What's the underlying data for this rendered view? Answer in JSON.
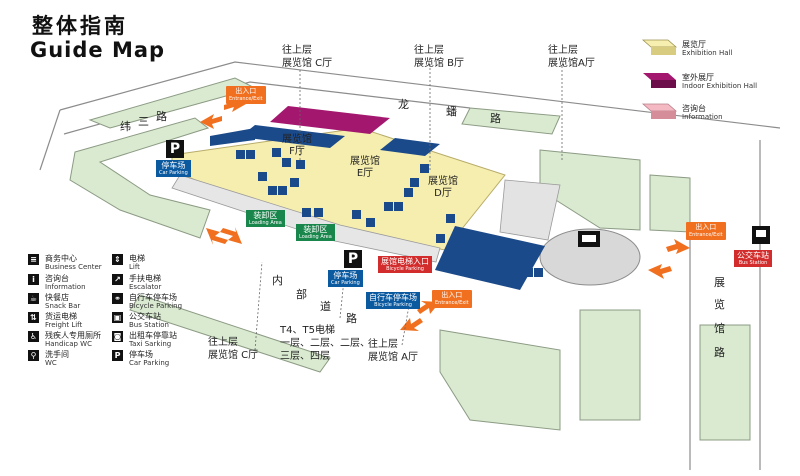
{
  "title": {
    "cn": "整体指南",
    "en": "Guide Map"
  },
  "directions": {
    "hall_c_top": {
      "line1": "往上层",
      "line2": "展览馆 C厅"
    },
    "hall_b_top": {
      "line1": "往上层",
      "line2": "展览馆 B厅"
    },
    "hall_a_top": {
      "line1": "往上层",
      "line2": "展览馆A厅"
    },
    "hall_c_bottom": {
      "line1": "往上层",
      "line2": "展览馆 C厅"
    },
    "elevator": {
      "line1": "T4、T5电梯",
      "line2": "一层、二层、二层、",
      "line3": "三层、四层"
    },
    "hall_a_bottom": {
      "line1": "往上层",
      "line2": "展览馆 A厅"
    }
  },
  "map_legend": [
    {
      "cn": "展览厅",
      "en": "Exhibition Hall",
      "color": "#f7efb0"
    },
    {
      "cn": "室外展厅",
      "en": "Indoor Exhibition Hall",
      "color": "#a4176e"
    },
    {
      "cn": "咨询台",
      "en": "Information",
      "color": "#f4b9c3"
    }
  ],
  "facility_legend": {
    "left": [
      {
        "cn": "商务中心",
        "en": "Business Center",
        "icon": "business-center-icon"
      },
      {
        "cn": "咨询台",
        "en": "Information",
        "icon": "information-icon"
      },
      {
        "cn": "快餐店",
        "en": "Snack Bar",
        "icon": "snack-bar-icon"
      },
      {
        "cn": "货运电梯",
        "en": "Freight Lift",
        "icon": "freight-lift-icon"
      },
      {
        "cn": "残疾人专用厕所",
        "en": "Handicap WC",
        "icon": "handicap-wc-icon"
      },
      {
        "cn": "洗手间",
        "en": "WC",
        "icon": "wc-icon"
      }
    ],
    "right": [
      {
        "cn": "电梯",
        "en": "Lift",
        "icon": "lift-icon"
      },
      {
        "cn": "手扶电梯",
        "en": "Escalator",
        "icon": "escalator-icon"
      },
      {
        "cn": "自行车停车场",
        "en": "Bicycle Parking",
        "icon": "bicycle-parking-icon"
      },
      {
        "cn": "公交车站",
        "en": "Bus Station",
        "icon": "bus-station-icon"
      },
      {
        "cn": "出租车停靠站",
        "en": "Taxi Sarking",
        "icon": "taxi-icon"
      },
      {
        "cn": "停车场",
        "en": "Car Parking",
        "icon": "car-parking-icon"
      }
    ]
  },
  "halls": {
    "f": {
      "line1": "展览馆",
      "line2": "F厅"
    },
    "e": {
      "line1": "展览馆",
      "line2": "E厅"
    },
    "d": {
      "line1": "展览馆",
      "line2": "D厅"
    }
  },
  "roads": {
    "weisan": [
      "纬",
      "三",
      "路"
    ],
    "longyao": [
      "龙",
      "蟠",
      "路"
    ],
    "inner": [
      "内",
      "部",
      "道",
      "路"
    ],
    "zhanlan": [
      "展",
      "览",
      "馆",
      "路"
    ]
  },
  "signs": {
    "parking_left": {
      "cn": "停车场",
      "en": "Car Parking"
    },
    "parking_mid": {
      "cn": "停车场",
      "en": "Car Parking"
    },
    "loading_left": {
      "cn": "装卸区",
      "en": "Loading Area"
    },
    "loading_right": {
      "cn": "装卸区",
      "en": "Loading Area"
    },
    "hall_elevator": {
      "cn": "展馆电梯入口",
      "en": "Bicycle Parking"
    },
    "bicycle": {
      "cn": "自行车停车场",
      "en": "Bicycle Parking"
    },
    "bus": {
      "cn": "公交车站",
      "en": "Bus Station"
    }
  },
  "exits": [
    {
      "cn": "出入口",
      "en": "Entrance/Exit"
    },
    {
      "cn": "出入口",
      "en": "Entrance/Exit"
    },
    {
      "cn": "出入口",
      "en": "Entrance/Exit"
    }
  ],
  "parking_letter": "P"
}
